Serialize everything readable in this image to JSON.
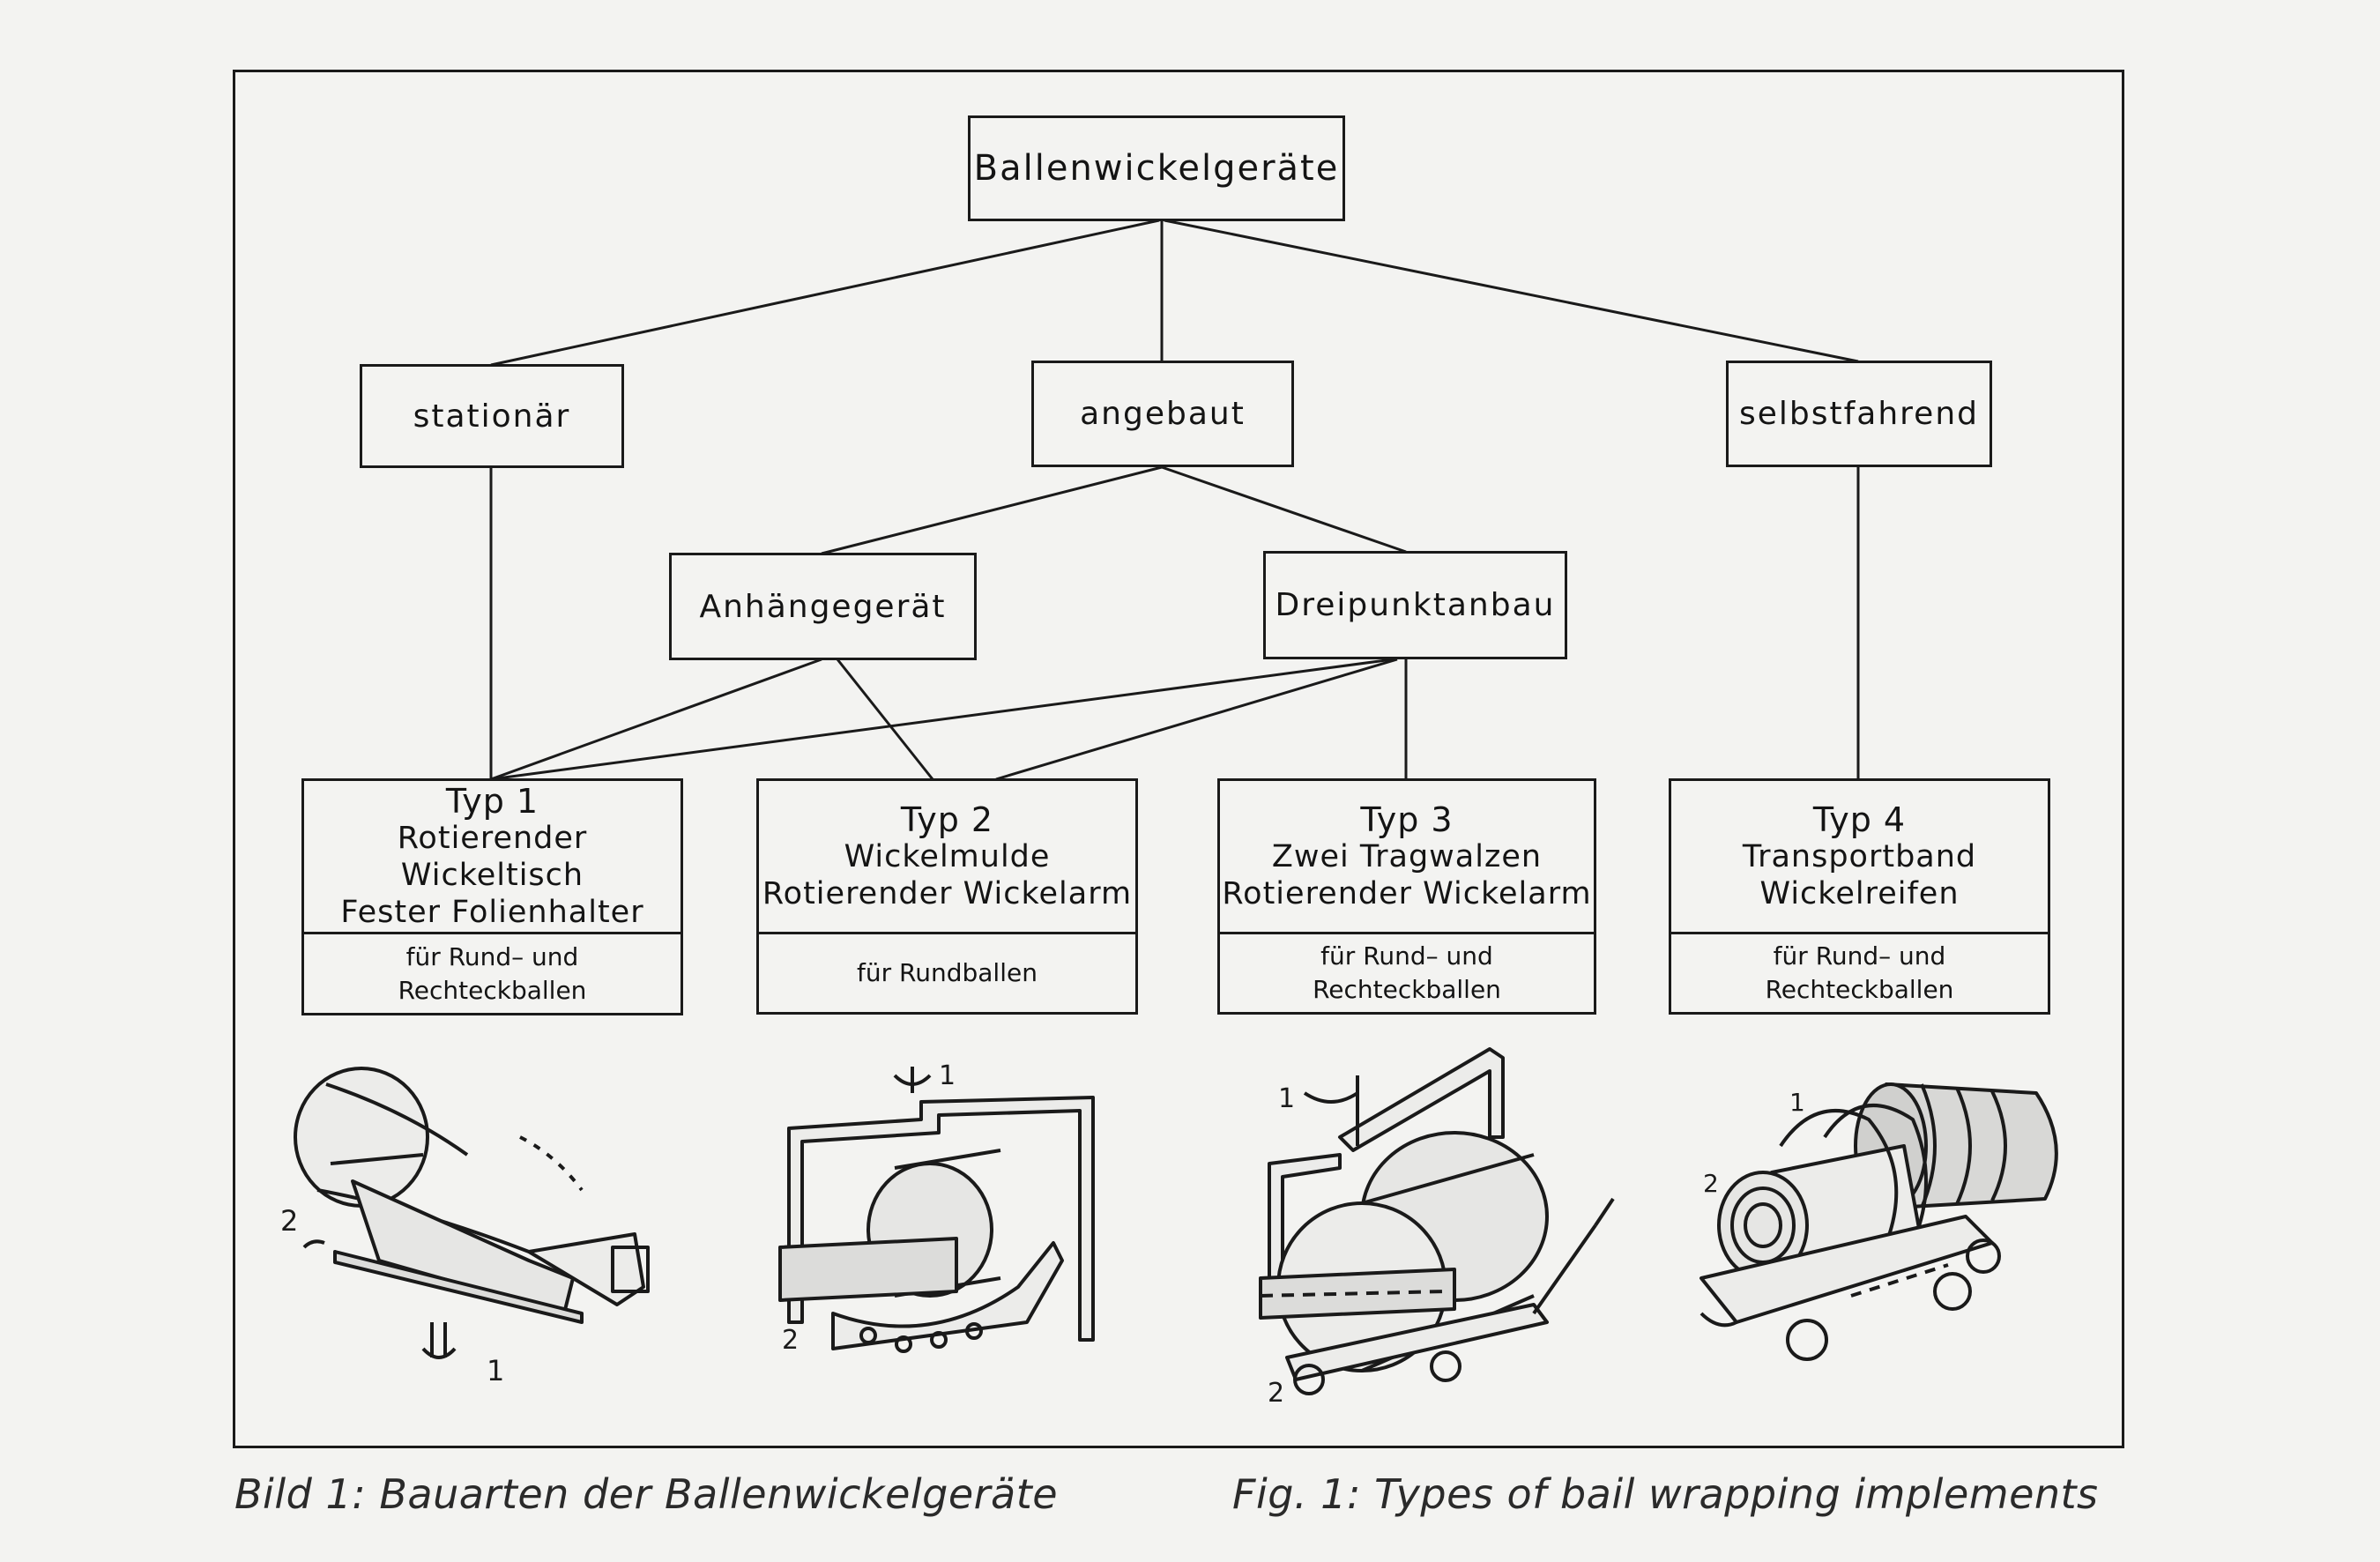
{
  "root": {
    "label": "Ballenwickelgeräte"
  },
  "level1": {
    "stationaer": "stationär",
    "angebaut": "angebaut",
    "selbstfahrend": "selbstfahrend"
  },
  "level2": {
    "anhaenge": "Anhängegerät",
    "dreipunkt": "Dreipunktanbau"
  },
  "types": [
    {
      "title": "Typ 1",
      "line1": "Rotierender Wickeltisch",
      "line2": "Fester Folienhalter",
      "bottom1": "für Rund– und",
      "bottom2": "Rechteckballen"
    },
    {
      "title": "Typ 2",
      "line1": "Wickelmulde",
      "line2": "Rotierender Wickelarm",
      "bottom1": "für Rundballen",
      "bottom2": ""
    },
    {
      "title": "Typ 3",
      "line1": "Zwei Tragwalzen",
      "line2": "Rotierender Wickelarm",
      "bottom1": "für Rund– und",
      "bottom2": "Rechteckballen"
    },
    {
      "title": "Typ 4",
      "line1": "Transportband",
      "line2": "Wickelreifen",
      "bottom1": "für Rund– und",
      "bottom2": "Rechteckballen"
    }
  ],
  "sketch_labels": {
    "t1_a": "2",
    "t1_b": "1",
    "t2_a": "1",
    "t2_b": "2",
    "t3_a": "1",
    "t3_b": "2",
    "t4_a": "1",
    "t4_b": "2"
  },
  "captions": {
    "german": "Bild 1: Bauarten der Ballenwickelgeräte",
    "english": "Fig. 1: Types of bail wrapping implements"
  },
  "colors": {
    "ink": "#141414",
    "paper": "#f3f3f1"
  }
}
